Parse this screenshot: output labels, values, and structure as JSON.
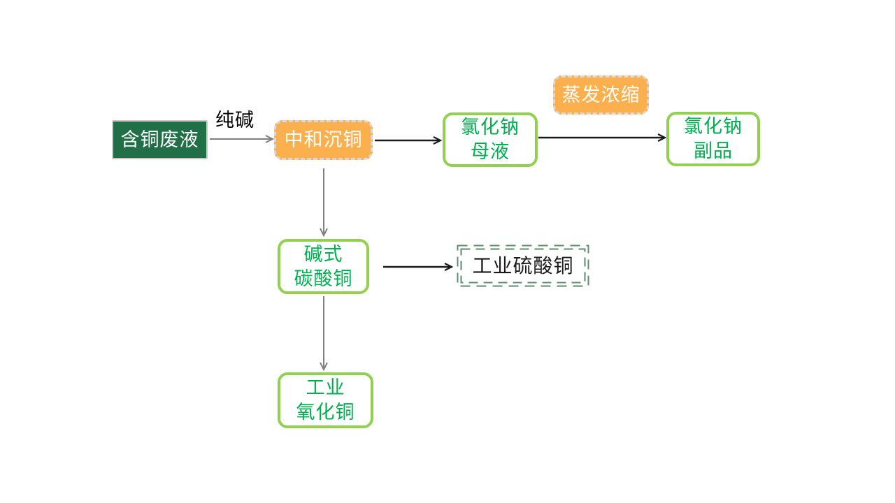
{
  "diagram": {
    "type": "process-flowchart",
    "background": "#FFFFFF"
  },
  "colors": {
    "dark_green_fill": "#216F47",
    "orange_fill": "#FBAF4D",
    "light_gray_dashed_border": "#D9D9D9",
    "green_outline": "#92D050",
    "green_text": "#00B050",
    "sulfate_dash_green": "#5D8C6D",
    "arrow_gray": "#7F7F7F",
    "arrow_black": "#1A1A1A",
    "white_text": "#FFFFFF",
    "black_text": "#000000"
  },
  "nodes": {
    "copper_waste": {
      "label": "含铜废液"
    },
    "neutralize_precipitate": {
      "label": "中和沉铜"
    },
    "nacl_mother_liquor": {
      "line1": "氯化钠",
      "line2": "母液"
    },
    "evaporate_concentrate": {
      "label": "蒸发浓缩"
    },
    "nacl_byproduct": {
      "line1": "氯化钠",
      "line2": "副品"
    },
    "basic_copper_carbonate": {
      "line1": "碱式",
      "line2": "碳酸铜"
    },
    "industrial_copper_sulfate": {
      "label": "工业硫酸铜"
    },
    "industrial_copper_oxide": {
      "line1": "工业",
      "line2": "氧化铜"
    }
  },
  "edge_labels": {
    "soda_ash": "纯碱"
  }
}
